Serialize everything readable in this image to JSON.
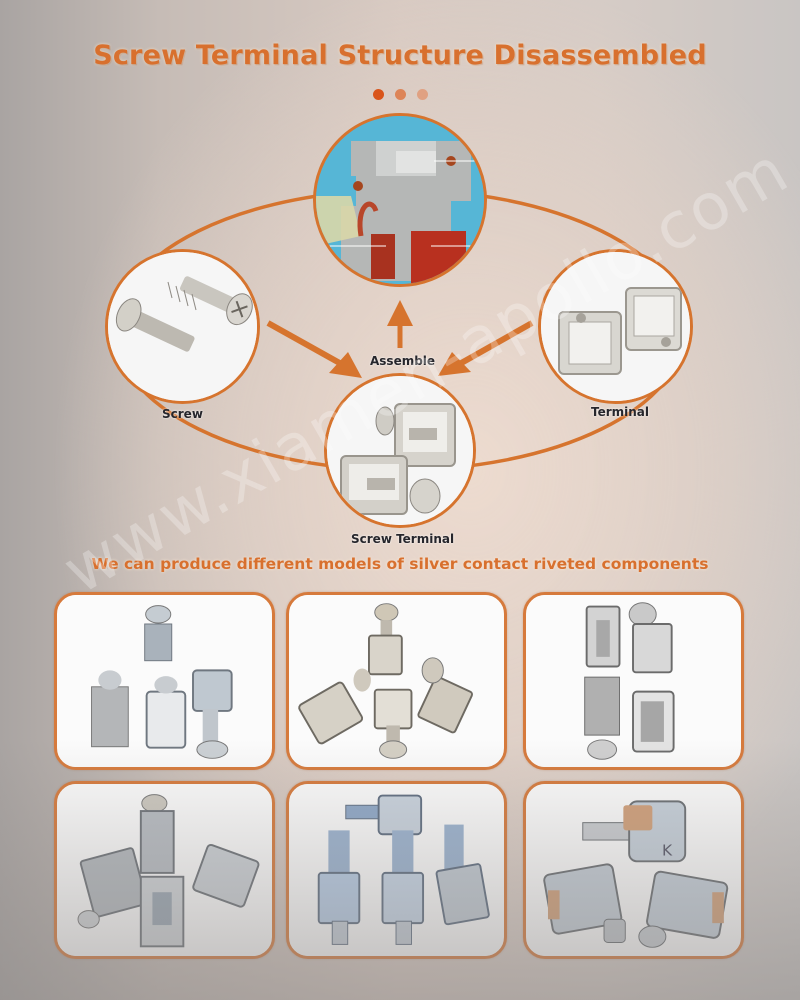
{
  "header": {
    "title": "Screw Terminal Structure Disassembled",
    "dots": [
      "#d9541a",
      "#dd8457",
      "#e0a182"
    ]
  },
  "diagram": {
    "top_image": "circuit-breaker-cutaway",
    "center_label": "Assemble",
    "nodes": [
      {
        "id": "screw",
        "label": "Screw",
        "image": "screws"
      },
      {
        "id": "terminal",
        "label": "Terminal",
        "image": "terminal-frames"
      },
      {
        "id": "screw-terminal",
        "label": "Screw Terminal",
        "image": "assembled-screw-terminals"
      }
    ],
    "accent_color": "#d6742e"
  },
  "products": {
    "subtitle": "We can produce different models of silver contact riveted components",
    "items": [
      {
        "image": "zinc-screw-terminals-set-1"
      },
      {
        "image": "nickel-screw-terminals-set-2"
      },
      {
        "image": "long-screw-clamps-set-3"
      },
      {
        "image": "zinc-box-clamps-set-4"
      },
      {
        "image": "blue-zinc-lug-terminals-set-5"
      },
      {
        "image": "copper-contact-k-terminals-set-6"
      }
    ]
  },
  "watermark": "www.xiamen-apollo.com"
}
